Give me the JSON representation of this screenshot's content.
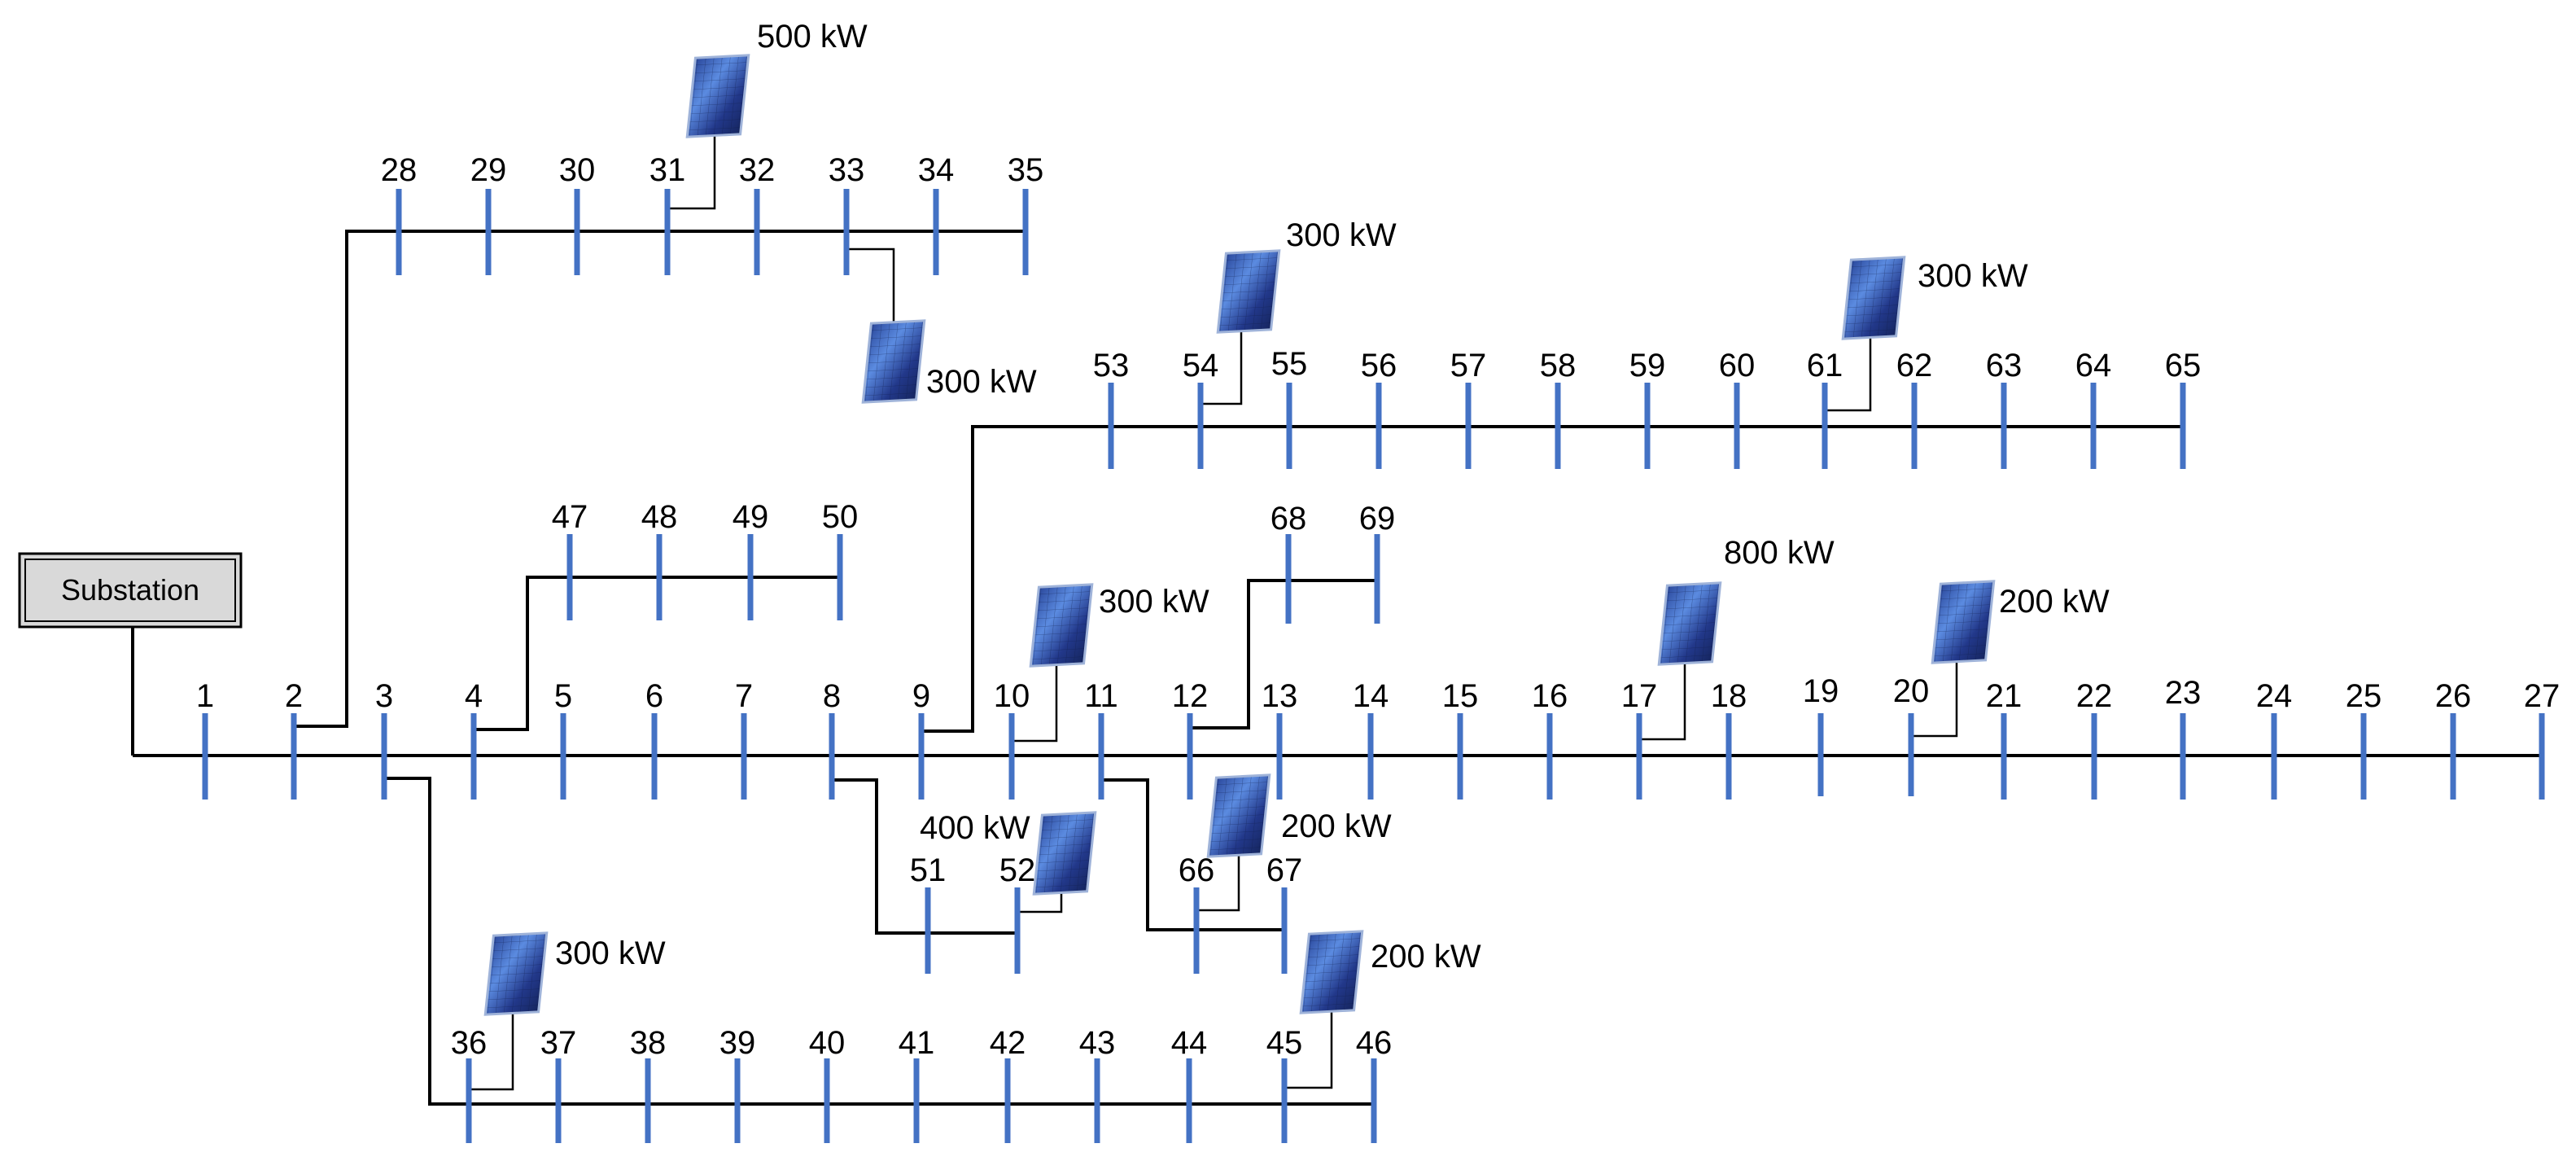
{
  "substation": {
    "label": "Substation"
  },
  "buses": [
    "1",
    "2",
    "3",
    "4",
    "5",
    "6",
    "7",
    "8",
    "9",
    "10",
    "11",
    "12",
    "13",
    "14",
    "15",
    "16",
    "17",
    "18",
    "19",
    "20",
    "21",
    "22",
    "23",
    "24",
    "25",
    "26",
    "27",
    "28",
    "29",
    "30",
    "31",
    "32",
    "33",
    "34",
    "35",
    "36",
    "37",
    "38",
    "39",
    "40",
    "41",
    "42",
    "43",
    "44",
    "45",
    "46",
    "47",
    "48",
    "49",
    "50",
    "51",
    "52",
    "53",
    "54",
    "55",
    "56",
    "57",
    "58",
    "59",
    "60",
    "61",
    "62",
    "63",
    "64",
    "65",
    "66",
    "67",
    "68",
    "69"
  ],
  "pv_units": [
    {
      "bus": "31",
      "rating": "500 kW"
    },
    {
      "bus": "33",
      "rating": "300 kW"
    },
    {
      "bus": "54",
      "rating": "300 kW"
    },
    {
      "bus": "61",
      "rating": "300 kW"
    },
    {
      "bus": "10",
      "rating": "300 kW"
    },
    {
      "bus": "17",
      "rating": "800 kW"
    },
    {
      "bus": "20",
      "rating": "200 kW"
    },
    {
      "bus": "52",
      "rating": "400 kW"
    },
    {
      "bus": "66",
      "rating": "200 kW"
    },
    {
      "bus": "45",
      "rating": "200 kW"
    },
    {
      "bus": "36",
      "rating": "300 kW"
    }
  ],
  "colors": {
    "bus_bar": "#4472C4",
    "line": "#000000",
    "substation_fill": "#D9D9D9",
    "panel_dark": "#1B2E6B",
    "panel_light": "#4F7FD6"
  }
}
